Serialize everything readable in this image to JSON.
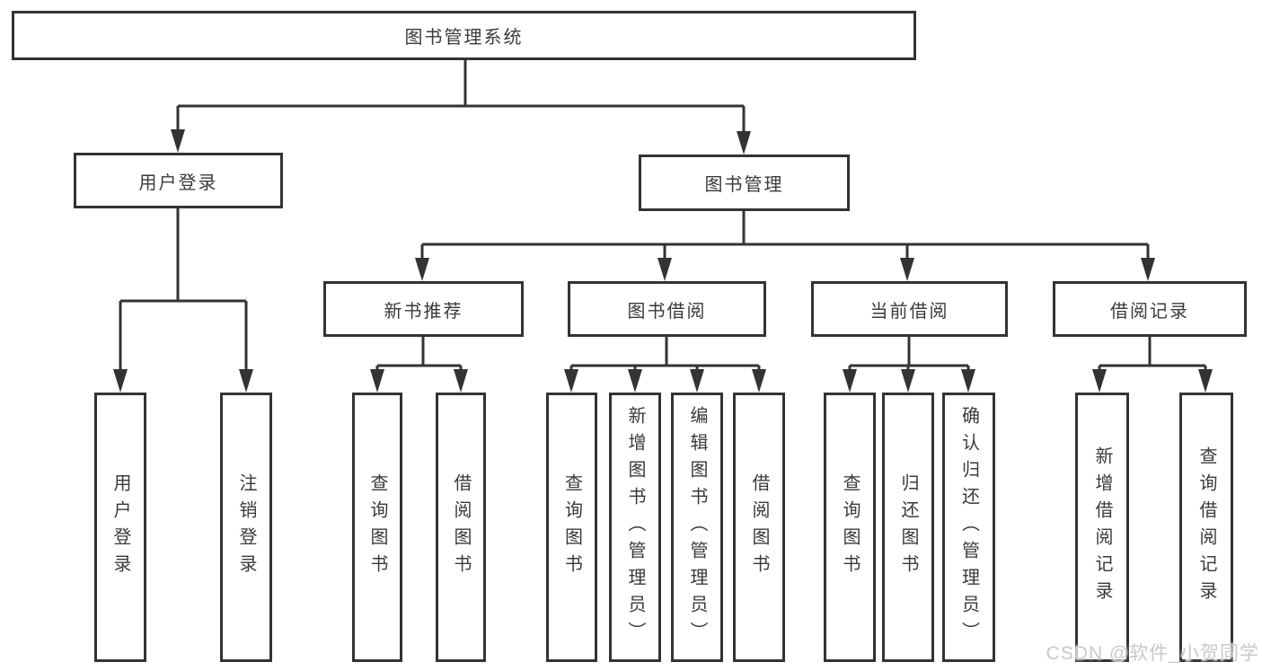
{
  "diagram": {
    "title": "图书管理系统",
    "branches": [
      {
        "label": "用户登录",
        "leaves": [
          "用户登录",
          "注销登录"
        ]
      },
      {
        "label": "图书管理",
        "sections": [
          {
            "label": "新书推荐",
            "leaves": [
              "查询图书",
              "借阅图书"
            ]
          },
          {
            "label": "图书借阅",
            "leaves": [
              "查询图书",
              "新增图书（管理员）",
              "编辑图书（管理员）",
              "借阅图书"
            ]
          },
          {
            "label": "当前借阅",
            "leaves": [
              "查询图书",
              "归还图书",
              "确认归还（管理员）"
            ]
          },
          {
            "label": "借阅记录",
            "leaves": [
              "新增借阅记录",
              "查询借阅记录"
            ]
          }
        ]
      }
    ]
  },
  "watermark": {
    "text": "CSDN @软件_小贺同学"
  },
  "colors": {
    "line": "#333333",
    "text": "#3a3a3a",
    "watermark": "#c9c9c9",
    "background": "#ffffff"
  }
}
